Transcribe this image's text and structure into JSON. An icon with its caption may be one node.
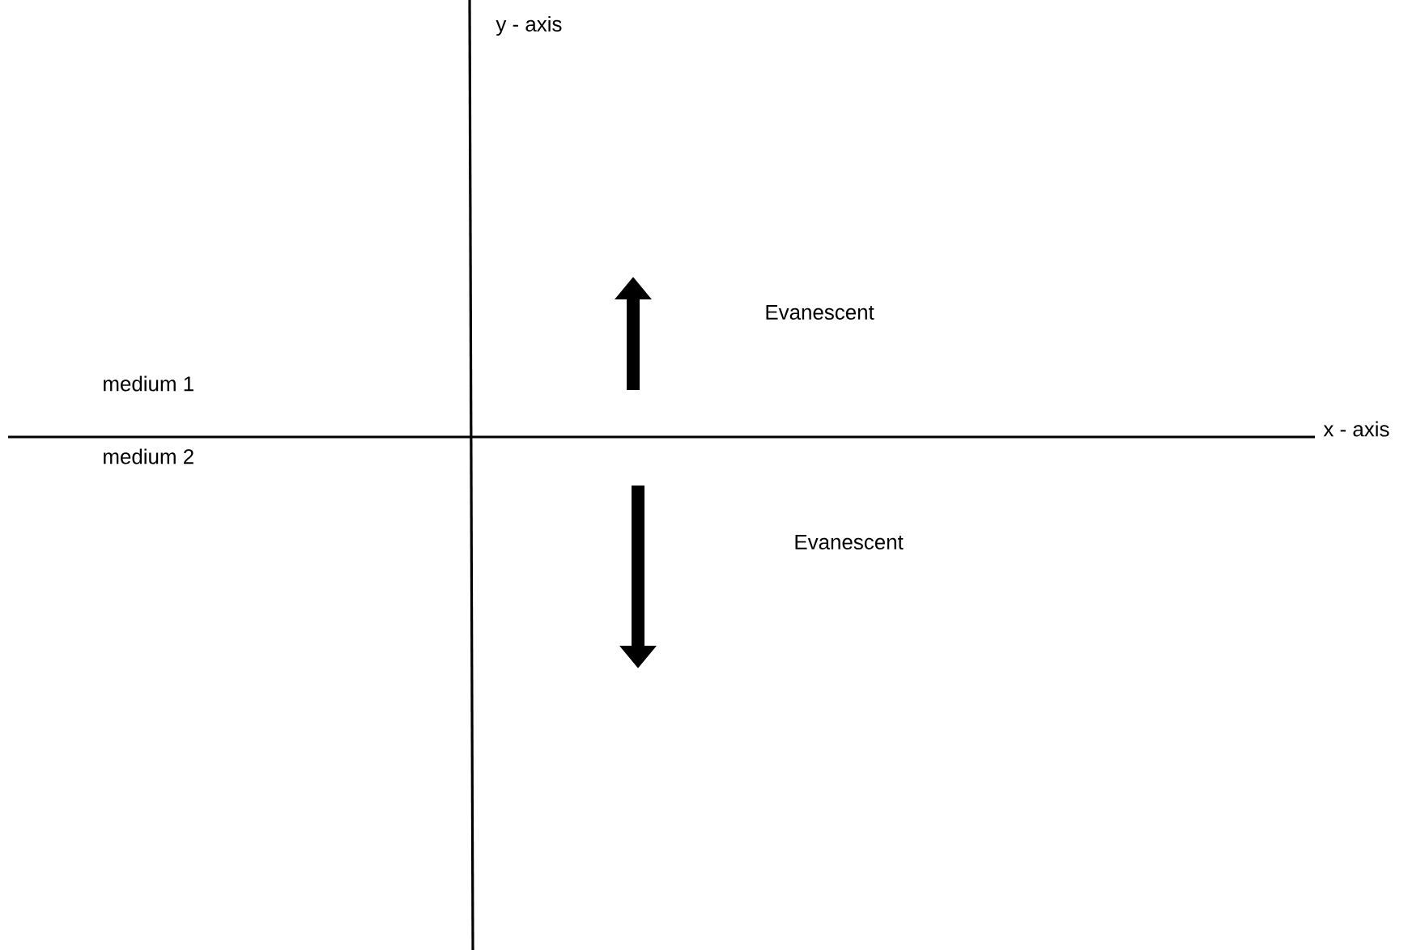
{
  "diagram": {
    "labels": [
      "y - axis",
      "Evanescent",
      "medium 1",
      "x - axis",
      "medium 2",
      "Evanescent"
    ]
  }
}
